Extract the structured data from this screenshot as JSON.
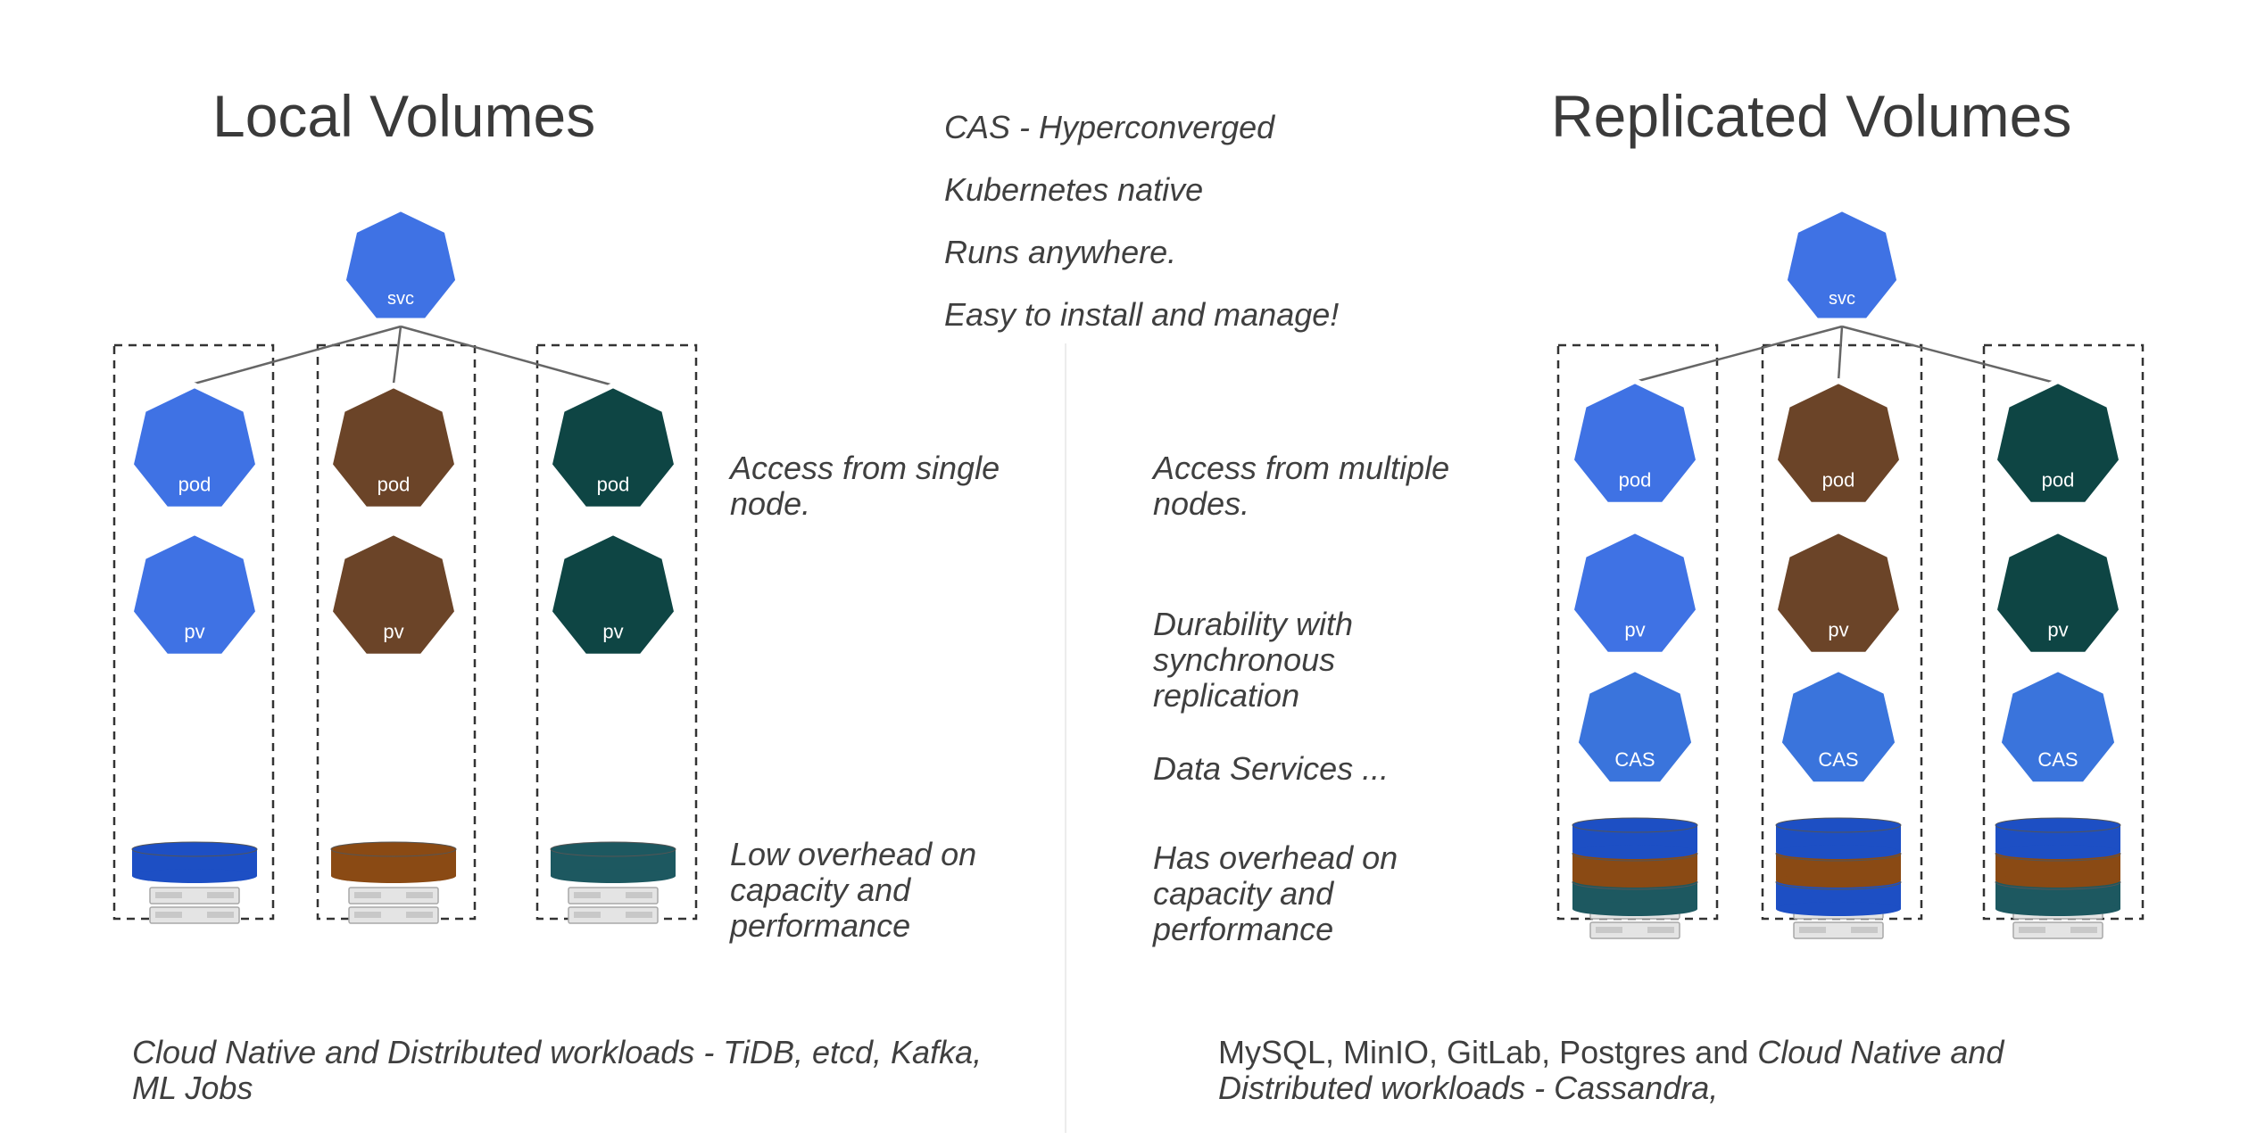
{
  "left": {
    "title": "Local Volumes",
    "notes": {
      "access": "Access from single\nnode.",
      "overhead": "Low overhead on\ncapacity and\nperformance"
    },
    "workloads": "Cloud Native and Distributed workloads  - TiDB, etcd, Kafka,\nML Jobs",
    "columns": [
      {
        "color": "#3f72e4",
        "disk": "#1d4fc4",
        "pod": "pod",
        "pv": "pv"
      },
      {
        "color": "#6b4428",
        "disk": "#8a4a14",
        "pod": "pod",
        "pv": "pv"
      },
      {
        "color": "#0e4544",
        "disk": "#1d5860",
        "pod": "pod",
        "pv": "pv"
      }
    ]
  },
  "center": {
    "lines": [
      "CAS - Hyperconverged",
      "Kubernetes native",
      "Runs anywhere.",
      "Easy to install and manage!"
    ]
  },
  "right": {
    "title": "Replicated Volumes",
    "notes": {
      "access": "Access from multiple\nnodes.",
      "durability": "Durability with\nsynchronous\nreplication",
      "data_services": "Data Services ...",
      "overhead": "Has overhead on\ncapacity and\nperformance"
    },
    "workloads_plain": "MySQL, MinIO, GitLab, Postgres and ",
    "workloads_italic": "Cloud Native and",
    "workloads_line2": "Distributed workloads  - Cassandra,",
    "columns": [
      {
        "color": "#3f72e4",
        "pod": "pod",
        "pv": "pv",
        "cas": "CAS"
      },
      {
        "color": "#6b4428",
        "pod": "pod",
        "pv": "pv",
        "cas": "CAS"
      },
      {
        "color": "#0e4544",
        "pod": "pod",
        "pv": "pv",
        "cas": "CAS"
      }
    ]
  },
  "svc_label": "svc",
  "colors": {
    "k8s_blue": "#3f72e4",
    "cas_blue": "#3a74dc",
    "cas_disk": "#f39a1e",
    "disk_blue": "#1d4fc4",
    "disk_brown": "#8a4a14",
    "disk_teal": "#1d5860"
  },
  "icons": [
    "svc-network-icon",
    "pod-cube-icon",
    "pv-disk-icon",
    "cas-disk-icon",
    "server-icon"
  ]
}
